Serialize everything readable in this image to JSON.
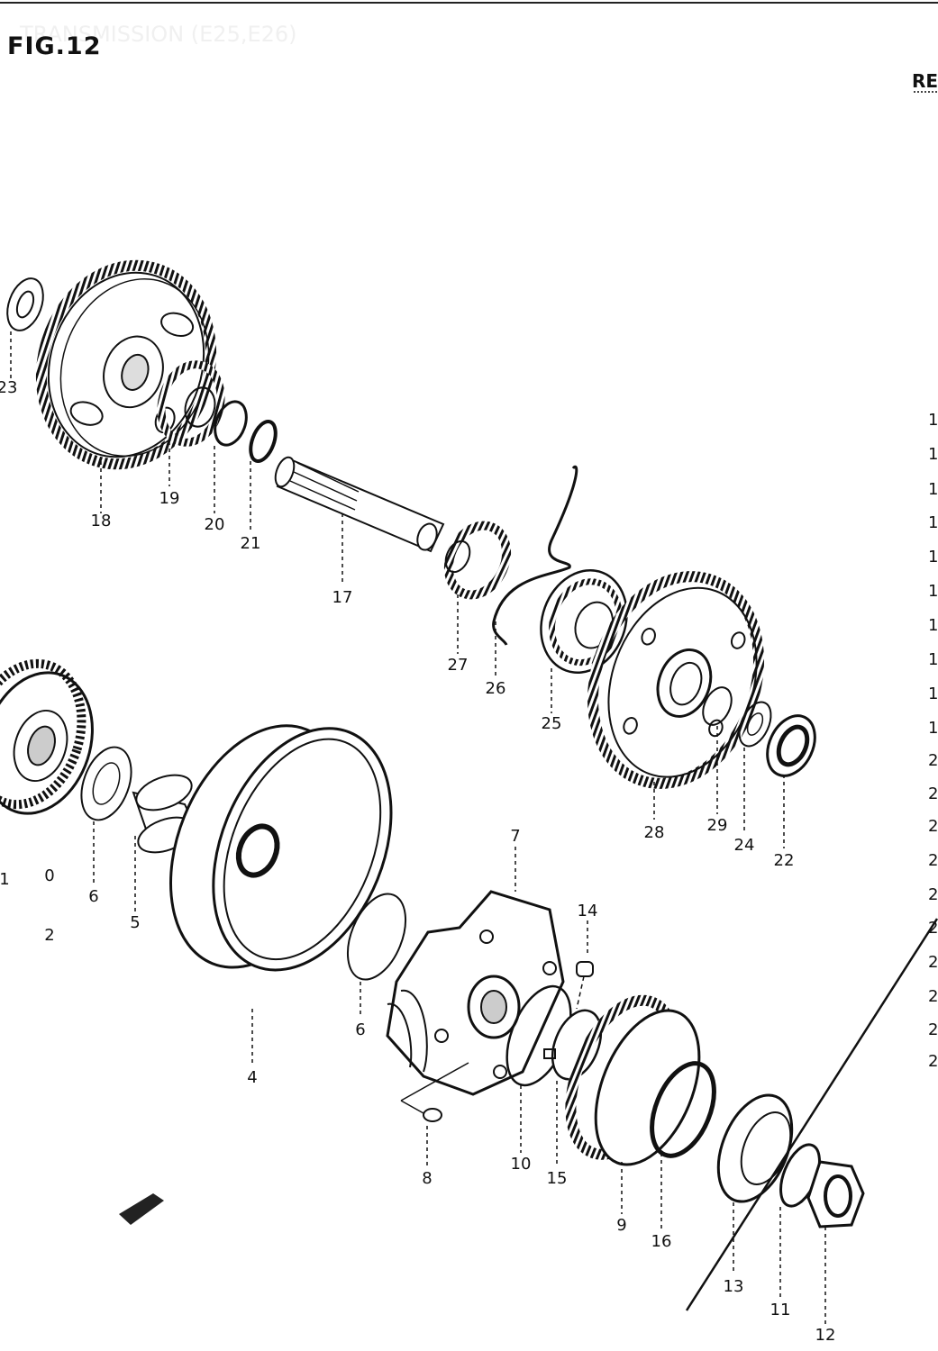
{
  "figure": {
    "title": "FIG.12",
    "faint_title": "TRANSMISSION (E25,E26)",
    "ref_label": "RE"
  },
  "callouts": {
    "p1": "1",
    "p2": "2",
    "p2_mark": "0",
    "p4": "4",
    "p5": "5",
    "p6a": "6",
    "p6b": "6",
    "p7": "7",
    "p8": "8",
    "p9": "9",
    "p10": "10",
    "p11": "11",
    "p12": "12",
    "p13": "13",
    "p14": "14",
    "p15": "15",
    "p16": "16",
    "p17": "17",
    "p18": "18",
    "p19": "19",
    "p20": "20",
    "p21": "21",
    "p22": "22",
    "p23": "23",
    "p24": "24",
    "p25": "25",
    "p26": "26",
    "p27": "27",
    "p28": "28",
    "p29": "29"
  },
  "edge_numbers": [
    "1",
    "1",
    "1",
    "1",
    "1",
    "1",
    "1",
    "1",
    "1",
    "1",
    "2",
    "2",
    "2",
    "2",
    "2",
    "2",
    "2",
    "2",
    "2",
    "2"
  ]
}
